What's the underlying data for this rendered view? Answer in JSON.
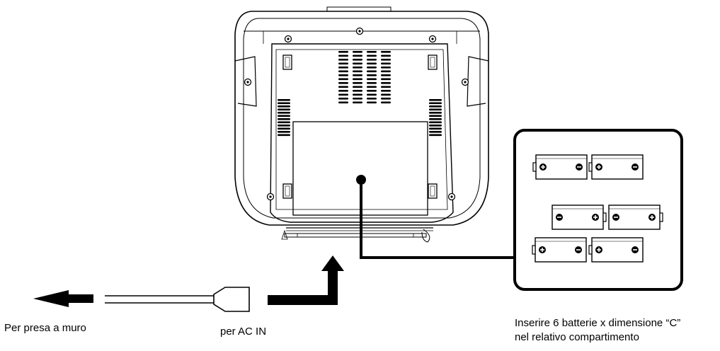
{
  "captions": {
    "wall_outlet": "Per presa a muro",
    "ac_in": "per AC IN",
    "batteries_line1": "Inserire 6 batterie x dimensione “C”",
    "batteries_line2": "nel relativo compartimento"
  },
  "battery_compartment": {
    "count": 6,
    "battery_size": "C",
    "batteries": [
      {
        "row": 1,
        "position": "left",
        "orientation": "plus-left"
      },
      {
        "row": 1,
        "position": "right",
        "orientation": "plus-left"
      },
      {
        "row": 2,
        "position": "left",
        "orientation": "minus-left"
      },
      {
        "row": 2,
        "position": "right",
        "orientation": "minus-left"
      },
      {
        "row": 3,
        "position": "left",
        "orientation": "plus-left"
      },
      {
        "row": 3,
        "position": "right",
        "orientation": "plus-left"
      }
    ]
  },
  "colors": {
    "line": "#000000",
    "background": "#ffffff"
  }
}
